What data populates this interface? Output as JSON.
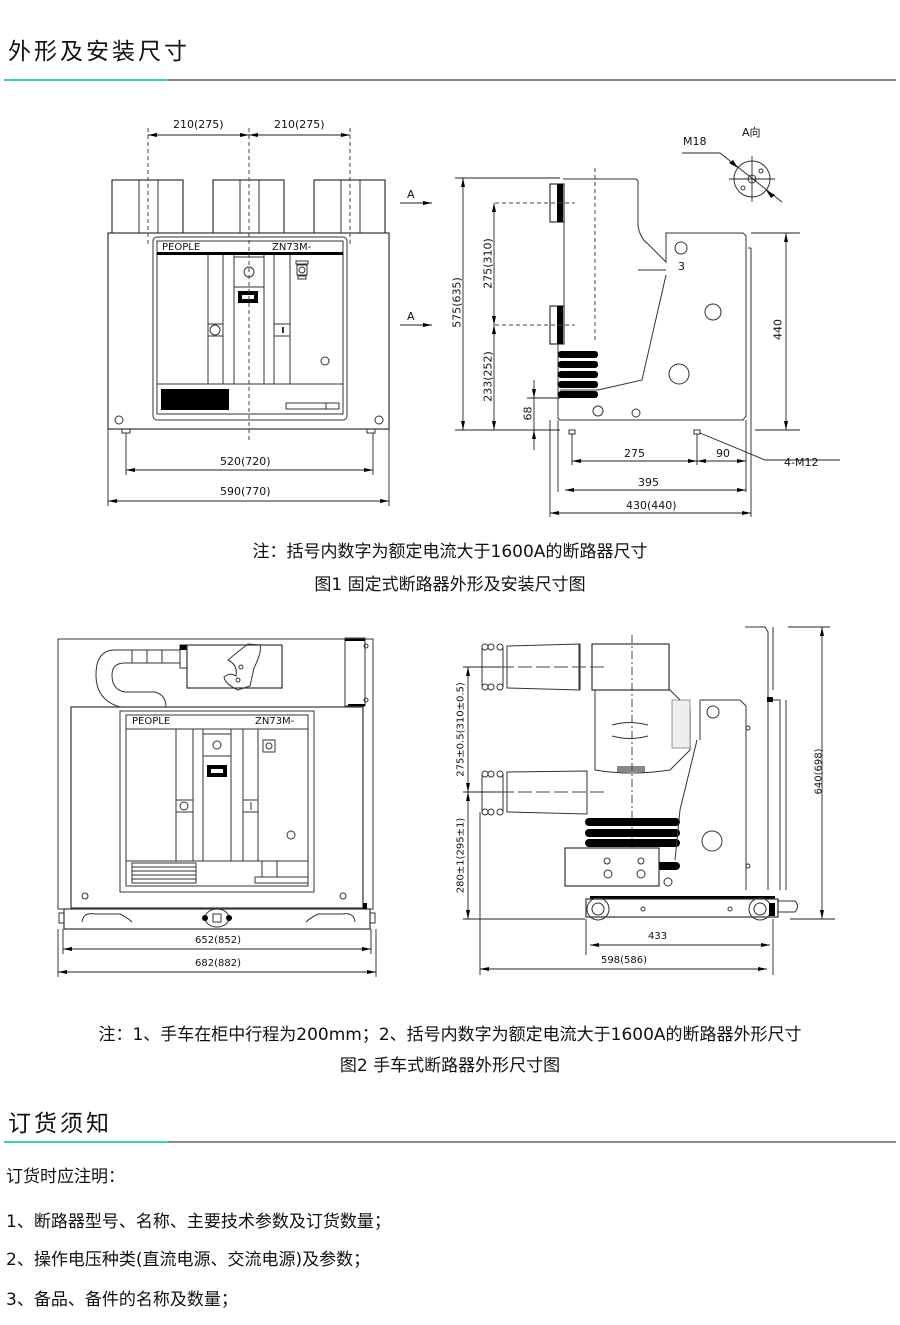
{
  "colors": {
    "accent": "#3dd49a",
    "rule": "#8a8a8a"
  },
  "section1": {
    "title": "外形及安装尺寸",
    "figure1": {
      "front": {
        "brand": "PEOPLE",
        "model": "ZN73M-",
        "dim_top_left": "210(275)",
        "dim_top_right": "210(275)",
        "dim_mount": "520(720)",
        "dim_overall": "590(770)",
        "arrow_label_upper": "A",
        "arrow_label_lower": "A"
      },
      "side": {
        "dim_height": "575(635)",
        "dim_pole_spacing": "275(310)",
        "dim_lower": "233(252)",
        "dim_68": "68",
        "dim_440": "440",
        "dim_275": "275",
        "dim_90": "90",
        "dim_395": "395",
        "dim_430": "430(440)",
        "bolt_label": "4-M12",
        "hole_label": "3",
        "thread_label": "M18",
        "view_label": "A向"
      },
      "note": "注：括号内数字为额定电流大于1600A的断路器尺寸",
      "caption": "图1 固定式断路器外形及安装尺寸图"
    },
    "figure2": {
      "front": {
        "brand": "PEOPLE",
        "model": "ZN73M-",
        "dim_inner": "652(852)",
        "dim_overall": "682(882)"
      },
      "side": {
        "dim_pole_spacing": "275±0.5(310±0.5)",
        "dim_lower": "280±1(295±1)",
        "dim_height": "640(698)",
        "dim_wheelbase": "433",
        "dim_depth": "598(586)"
      },
      "note": "注：1、手车在柜中行程为200mm；2、括号内数字为额定电流大于1600A的断路器外形尺寸",
      "caption": "图2  手车式断路器外形尺寸图"
    }
  },
  "section2": {
    "title": "订货须知",
    "intro": "订货时应注明：",
    "items": [
      "1、断路器型号、名称、主要技术参数及订货数量；",
      "2、操作电压种类(直流电源、交流电源)及参数；",
      "3、备品、备件的名称及数量；"
    ]
  }
}
